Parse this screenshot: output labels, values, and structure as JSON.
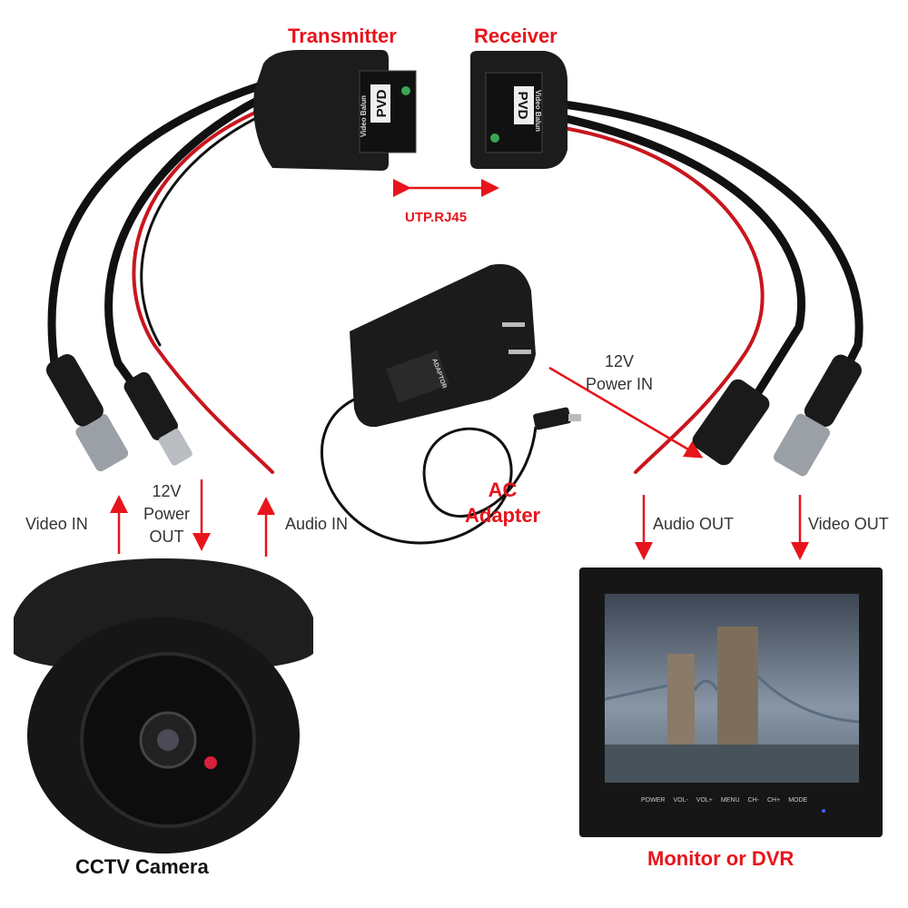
{
  "labels": {
    "transmitter": "Transmitter",
    "receiver": "Receiver",
    "utp": "UTP.RJ45",
    "power_in": [
      "12V",
      "Power IN"
    ],
    "ac_adapter": [
      "AC",
      "Adapter"
    ],
    "video_in": "Video IN",
    "power_out": [
      "12V",
      "Power",
      "OUT"
    ],
    "audio_in": "Audio IN",
    "audio_out": "Audio OUT",
    "video_out": "Video OUT",
    "cctv_camera": "CCTV Camera",
    "monitor": "Monitor or DVR"
  },
  "balun": {
    "brand": "PVD",
    "caption": "Video Balun"
  },
  "adapter_print": "ADAPTOR",
  "monitor_buttons": [
    "POWER",
    "VOL-",
    "VOL+",
    "MENU",
    "CH-",
    "CH+",
    "MODE"
  ],
  "colors": {
    "accent": "#e8141b",
    "device": "#1c1c1c"
  }
}
